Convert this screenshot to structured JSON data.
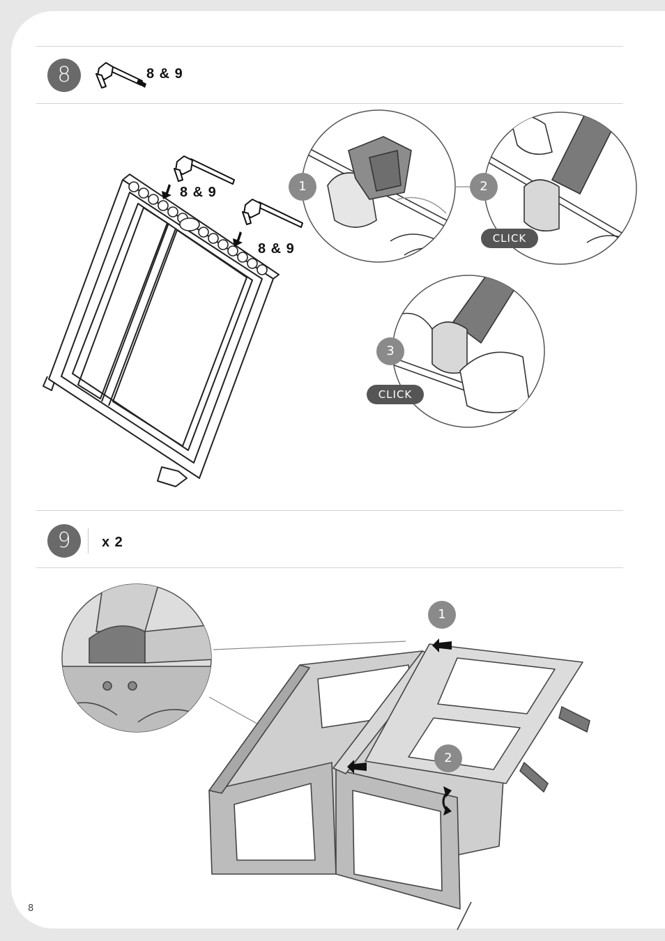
{
  "page_number": "8",
  "step8": {
    "number": "8",
    "parts_label": "8 & 9",
    "part_callout_a": "8 & 9",
    "part_callout_b": "8 & 9",
    "detail_steps": [
      "1",
      "2",
      "3"
    ],
    "click_label_a": "CLICK",
    "click_label_b": "CLICK"
  },
  "step9": {
    "number": "9",
    "quantity": "x 2",
    "callouts": [
      "1",
      "2"
    ]
  },
  "icons": {
    "hinge_part": "hinge-part-icon",
    "down_arrow": "down-arrow-icon",
    "push_arrow": "push-arrow-icon",
    "rotate_arrow": "rotate-arrow-icon"
  }
}
